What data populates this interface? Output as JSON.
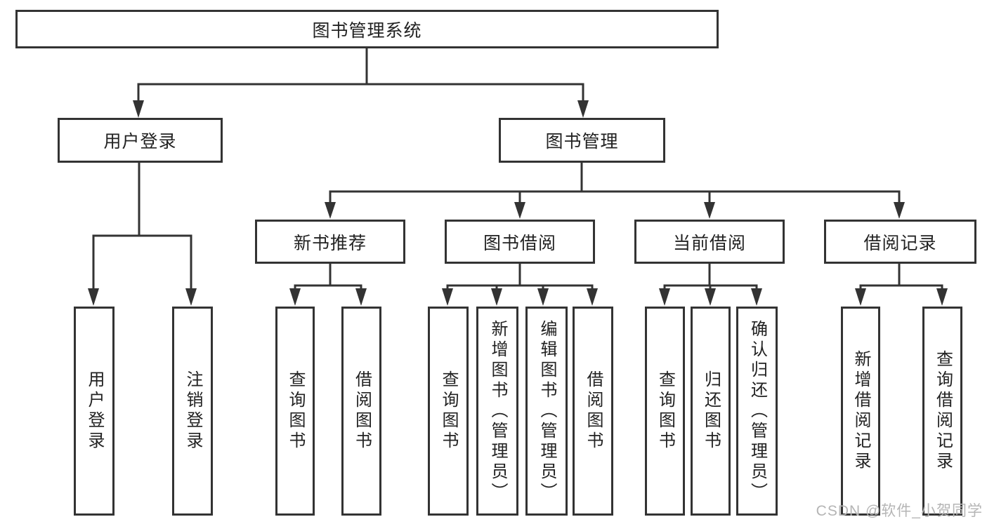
{
  "nodes": {
    "root": "图书管理系统",
    "user_login": "用户登录",
    "book_mgmt": "图书管理",
    "new_book_rec": "新书推荐",
    "book_borrow": "图书借阅",
    "current_borrow": "当前借阅",
    "borrow_record": "借阅记录",
    "leaf_user_login": "用户登录",
    "leaf_logout": "注销登录",
    "leaf_rec_query_book": "查询图书",
    "leaf_rec_borrow_book": "借阅图书",
    "leaf_bb_query_book": "查询图书",
    "leaf_bb_add_book": "新增图书（管理员）",
    "leaf_bb_edit_book": "编辑图书（管理员）",
    "leaf_bb_borrow_book": "借阅图书",
    "leaf_cb_query_book": "查询图书",
    "leaf_cb_return_book": "归还图书",
    "leaf_cb_confirm_return": "确认归还（管理员）",
    "leaf_br_add_record": "新增借阅记录",
    "leaf_br_query_record": "查询借阅记录"
  },
  "watermark": "CSDN @软件_小贺同学",
  "colors": {
    "line": "#333333",
    "box_background": "#ffffff",
    "text": "#222222",
    "watermark": "#b5b5b5"
  }
}
